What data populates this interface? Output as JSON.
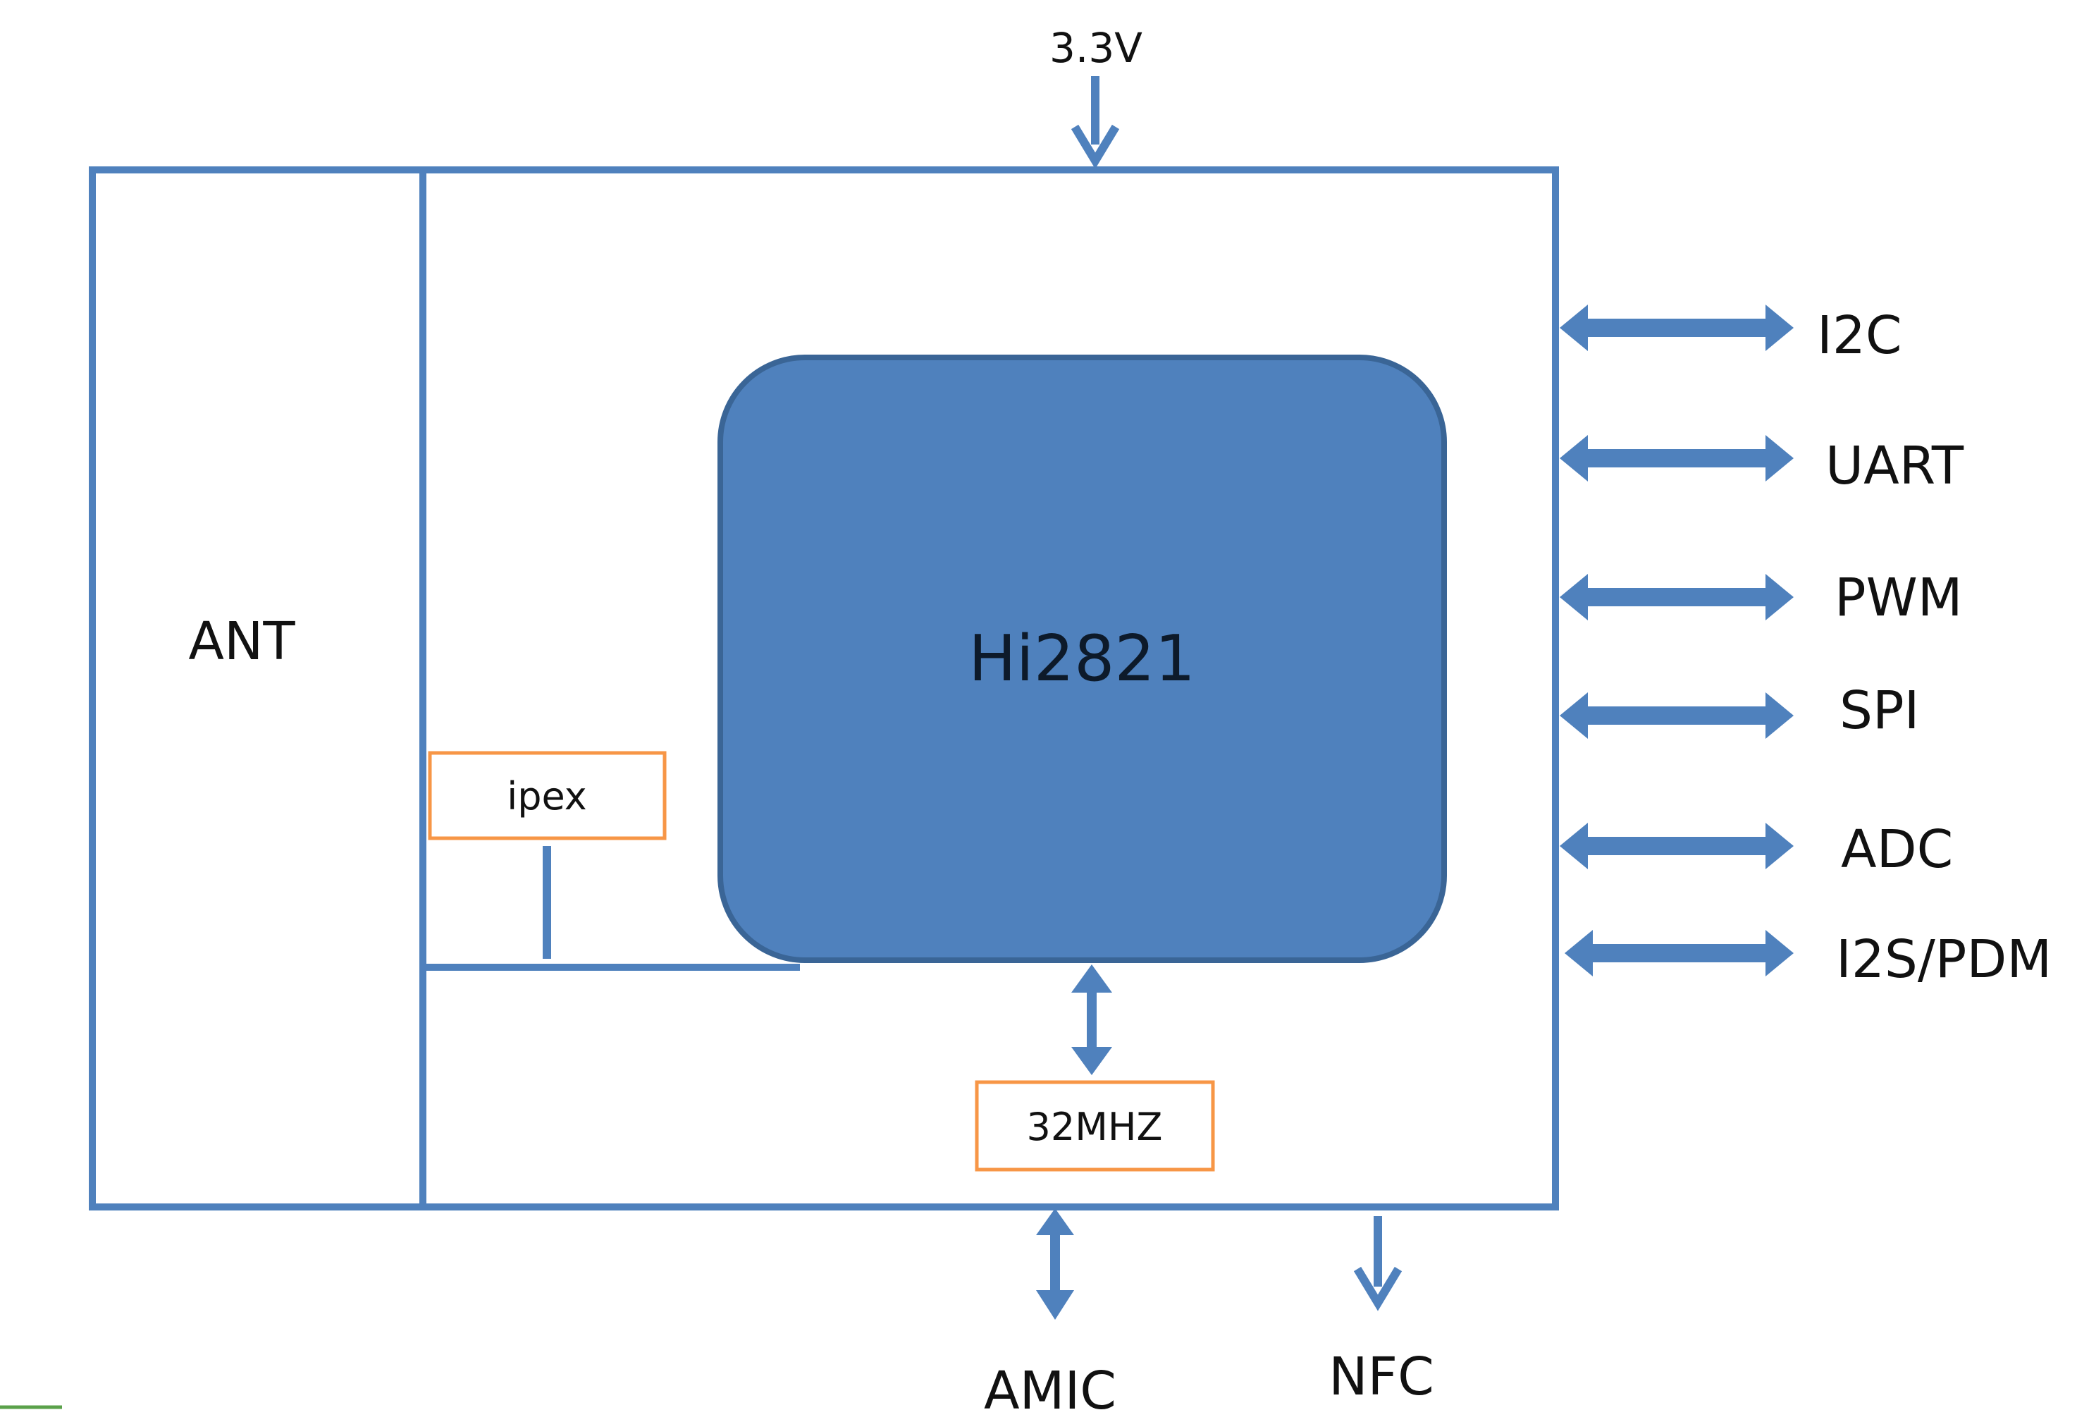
{
  "power": {
    "label": "3.3V"
  },
  "antenna": {
    "label": "ANT"
  },
  "chip": {
    "label": "Hi2821",
    "fill": "#4f81bd",
    "stroke": "#3a6596"
  },
  "connector": {
    "label": "ipex"
  },
  "crystal": {
    "label": "32MHZ"
  },
  "interfaces": [
    {
      "label": "I2C"
    },
    {
      "label": "UART"
    },
    {
      "label": "PWM"
    },
    {
      "label": "SPI"
    },
    {
      "label": "ADC"
    },
    {
      "label": "I2S/PDM"
    }
  ],
  "bottom": {
    "amic": {
      "label": "AMIC"
    },
    "nfc": {
      "label": "NFC"
    }
  },
  "colors": {
    "line": "#4f81bd",
    "box_orange": "#f79646",
    "text": "#111111"
  }
}
